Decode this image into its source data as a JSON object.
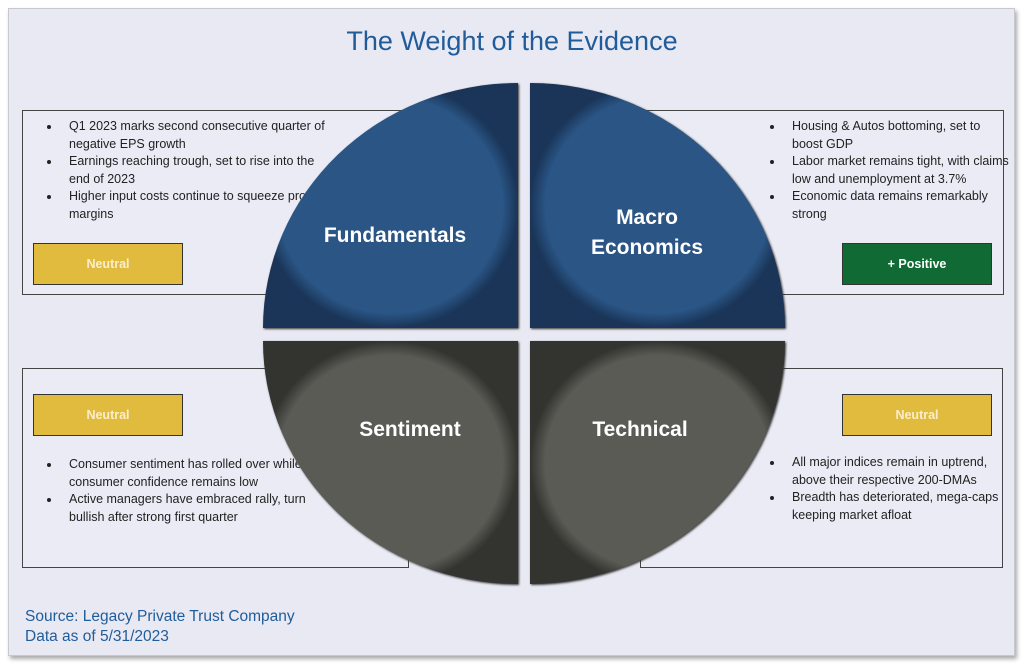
{
  "title": "The Weight of the Evidence",
  "quadrants": {
    "fundamentals": {
      "label": "Fundamentals",
      "rating": "Neutral",
      "bullets": [
        "Q1 2023 marks second consecutive quarter of negative EPS growth",
        "Earnings reaching trough, set to rise into the end of 2023",
        "Higher input costs continue to squeeze profit margins"
      ]
    },
    "macro": {
      "label": "Macro Economics",
      "rating": "+ Positive",
      "bullets": [
        "Housing & Autos bottoming, set to boost GDP",
        "Labor market remains tight, with claims low and unemployment at 3.7%",
        "Economic data remains remarkably strong"
      ]
    },
    "sentiment": {
      "label": "Sentiment",
      "rating": "Neutral",
      "bullets": [
        "Consumer sentiment has rolled over while consumer confidence remains low",
        "Active managers have embraced rally, turn bullish after strong first quarter"
      ]
    },
    "technical": {
      "label": "Technical",
      "rating": "Neutral",
      "bullets": [
        "All major indices remain in uptrend, above their respective 200-DMAs",
        "Breadth has deteriorated, mega-caps keeping market afloat"
      ]
    }
  },
  "colors": {
    "blue": "#2a5585",
    "gray": "#5a5a55",
    "neutral": "#e0bb3e",
    "positive": "#0f6b33",
    "title": "#1f5c99"
  },
  "source": {
    "line1": "Source: Legacy Private Trust Company",
    "line2": "Data as of 5/31/2023"
  }
}
